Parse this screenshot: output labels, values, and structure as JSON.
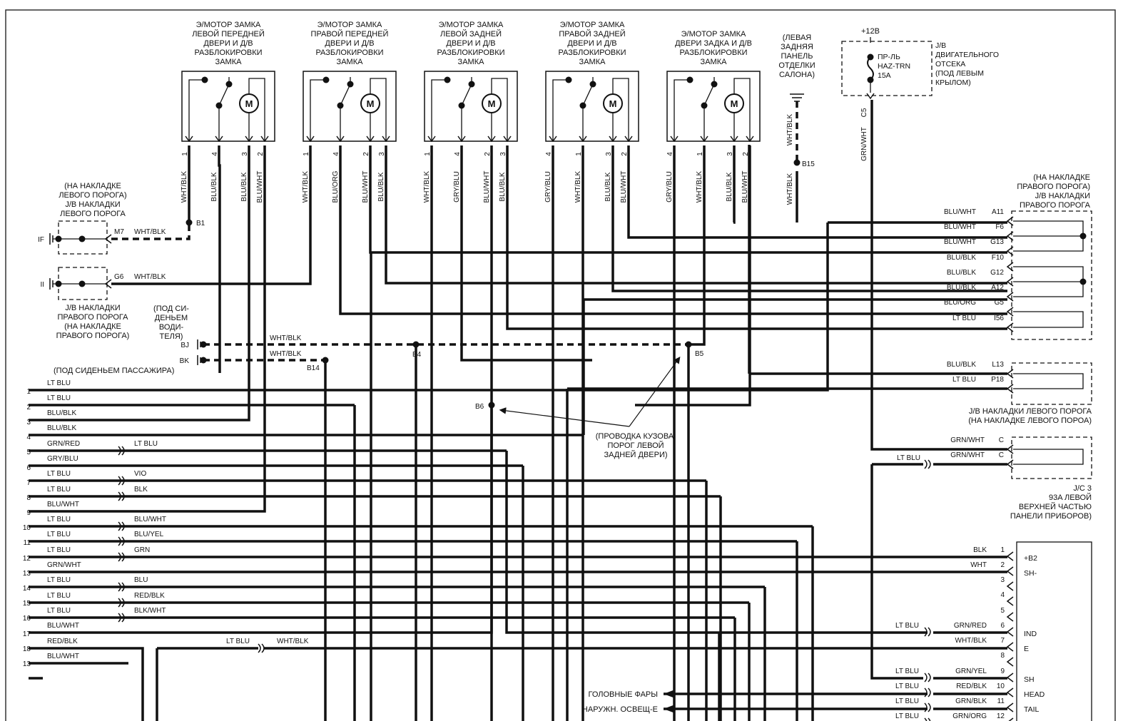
{
  "motors": [
    {
      "title": [
        "Э/МОТОР ЗАМКА",
        "ЛЕВОЙ ПЕРЕДНЕЙ",
        "ДВЕРИ И Д/В",
        "РАЗБЛОКИРОВКИ",
        "ЗАМКА"
      ],
      "pins": [
        "1",
        "4",
        "3",
        "2"
      ],
      "wires": [
        "WHT/BLK",
        "BLU/BLK",
        "BLU/BLK",
        "BLU/WHT"
      ]
    },
    {
      "title": [
        "Э/МОТОР ЗАМКА",
        "ПРАВОЙ ПЕРЕДНЕЙ",
        "ДВЕРИ И Д/В",
        "РАЗБЛОКИРОВКИ",
        "ЗАМКА"
      ],
      "pins": [
        "1",
        "4",
        "2",
        "3"
      ],
      "wires": [
        "WHT/BLK",
        "BLU/ORG",
        "BLU/WHT",
        "BLU/BLK"
      ]
    },
    {
      "title": [
        "Э/МОТОР ЗАМКА",
        "ЛЕВОЙ ЗАДНЕЙ",
        "ДВЕРИ И Д/В",
        "РАЗБЛОКИРОВКИ",
        "ЗАМКА"
      ],
      "pins": [
        "1",
        "4",
        "2",
        "3"
      ],
      "wires": [
        "WHT/BLK",
        "GRY/BLU",
        "BLU/WHT",
        "BLU/BLK"
      ]
    },
    {
      "title": [
        "Э/МОТОР ЗАМКА",
        "ПРАВОЙ ЗАДНЕЙ",
        "ДВЕРИ И Д/В",
        "РАЗБЛОКИРОВКИ",
        "ЗАМКА"
      ],
      "pins": [
        "4",
        "1",
        "3",
        "2"
      ],
      "wires": [
        "GRY/BLU",
        "WHT/BLK",
        "BLU/BLK",
        "BLU/WHT"
      ]
    },
    {
      "title": [
        "Э/МОТОР ЗАМКА",
        "ДВЕРИ  ЗАДКА И Д/В",
        "РАЗБЛОКИРОВКИ",
        "ЗАМКА"
      ],
      "pins": [
        "4",
        "1",
        "3",
        "2"
      ],
      "wires": [
        "GRY/BLU",
        "WHT/BLK",
        "BLU/BLK",
        "BLU/WHT"
      ]
    }
  ],
  "motor_symbol": "M",
  "ground_panel": {
    "label": [
      "(ЛЕВАЯ",
      "ЗАДНЯЯ",
      "ПАНЕЛЬ",
      "ОТДЕЛКИ",
      "САЛОНА)"
    ],
    "wire_top": "WHT/BLK",
    "wire_bottom": "WHT/BLK",
    "point": "B15"
  },
  "engine_jb": {
    "voltage": "+12B",
    "fuse": [
      "ПР-ЛЬ",
      "HAZ-TRN",
      "15A"
    ],
    "label": [
      "J/B",
      "ДВИГАТЕЛЬНОГО",
      "ОТСЕКА",
      "(ПОД ЛЕВЫМ",
      "КРЫЛОМ)"
    ],
    "connector": "C5",
    "wire": "GRN/WHT"
  },
  "left_jb": {
    "label_top": [
      "(НА НАКЛАДКЕ",
      "ЛЕВОГО ПОРОГА)",
      "J/B НАКЛАДКИ",
      "ЛЕВОГО ПОРОГА"
    ],
    "label_bottom": [
      "J/B НАКЛАДКИ",
      "ПРАВОГО ПОРОГА",
      "(НА НАКЛАДКЕ",
      "ПРАВОГО ПОРОГА)"
    ],
    "conn1": "IF",
    "pin1": "M7",
    "wire1": "WHT/BLK",
    "conn2": "II",
    "pin2": "G6",
    "wire2": "WHT/BLK",
    "b1": "B1"
  },
  "ground_seat": {
    "label": [
      "(ПОД СИ-",
      "ДЕНЬЕМ",
      "ВОДИ-",
      "ТЕЛЯ)"
    ],
    "bj": "BJ",
    "bk": "BK",
    "wire_bj": "WHT/BLK",
    "wire_bk": "WHT/BLK",
    "b4": "B4",
    "b14": "B14",
    "b5": "B5",
    "b6": "B6",
    "passenger": "(ПОД СИДЕНЬЕМ ПАССАЖИРА)"
  },
  "body_note": [
    "(ПРОВОДКА КУЗОВА,",
    "ПОРОГ ЛЕВОЙ",
    "ЗАДНЕЙ ДВЕРИ)"
  ],
  "right_jb": {
    "label": [
      "(НА НАКЛАДКЕ",
      "ПРАВОГО ПОРОГА)",
      "J/B НАКЛАДКИ",
      "ПРАВОГО ПОРОГА"
    ],
    "rows": [
      {
        "wire": "BLU/WHT",
        "pin": "A11"
      },
      {
        "wire": "BLU/WHT",
        "pin": "F6"
      },
      {
        "wire": "BLU/WHT",
        "pin": "G13"
      },
      {
        "wire": "BLU/BLK",
        "pin": "F10"
      },
      {
        "wire": "BLU/BLK",
        "pin": "G12"
      },
      {
        "wire": "BLU/BLK",
        "pin": "A12"
      },
      {
        "wire": "BLU/ORG",
        "pin": "G5"
      },
      {
        "wire": "LT BLU",
        "pin": "I56"
      }
    ]
  },
  "left_sill_jb": {
    "rows": [
      {
        "wire": "BLU/BLK",
        "pin": "L13"
      },
      {
        "wire": "LT BLU",
        "pin": "P18"
      }
    ],
    "label": [
      "J/B НАКЛАДКИ ЛЕВОГО ПОРОГА",
      "(НА НАКЛАДКЕ ЛЕВОГО ПОРОА)"
    ]
  },
  "jc3": {
    "rows": [
      {
        "wire": "GRN/WHT",
        "pin": "C"
      },
      {
        "wire": "GRN/WHT",
        "pin": "C",
        "left": "LT BLU"
      }
    ],
    "label": [
      "J/C 3",
      "93A ЛЕВОЙ",
      "ВЕРХНЕЙ ЧАСТЬЮ",
      "ПАНЕЛИ ПРИБОРОВ)"
    ]
  },
  "left_pins": [
    {
      "num": "1",
      "wire": "LT BLU",
      "conn": ""
    },
    {
      "num": "",
      "wire": "LT BLU",
      "conn": ""
    },
    {
      "num": "2",
      "wire": "BLU/BLK",
      "conn": ""
    },
    {
      "num": "3",
      "wire": "BLU/BLK",
      "conn": ""
    },
    {
      "num": "4",
      "wire": "GRN/RED",
      "conn": "LT BLU"
    },
    {
      "num": "5",
      "wire": "GRY/BLU",
      "conn": ""
    },
    {
      "num": "6",
      "wire": "LT BLU",
      "conn": "VIO"
    },
    {
      "num": "7",
      "wire": "LT BLU",
      "conn": "BLK"
    },
    {
      "num": "8",
      "wire": "BLU/WHT",
      "conn": ""
    },
    {
      "num": "9",
      "wire": "LT BLU",
      "conn": "BLU/WHT"
    },
    {
      "num": "10",
      "wire": "LT BLU",
      "conn": "BLU/YEL"
    },
    {
      "num": "11",
      "wire": "LT BLU",
      "conn": "GRN"
    },
    {
      "num": "12",
      "wire": "GRN/WHT",
      "conn": ""
    },
    {
      "num": "13",
      "wire": "LT BLU",
      "conn": "BLU"
    },
    {
      "num": "14",
      "wire": "LT BLU",
      "conn": "RED/BLK"
    },
    {
      "num": "15",
      "wire": "LT BLU",
      "conn": "BLK/WHT"
    },
    {
      "num": "16",
      "wire": "BLU/WHT",
      "conn": ""
    },
    {
      "num": "17",
      "wire": "RED/BLK",
      "conn": ""
    },
    {
      "num": "18",
      "wire": "BLU/WHT",
      "conn": ""
    },
    {
      "num": "13",
      "wire": "",
      "conn": ""
    }
  ],
  "row17_mid": {
    "left": "LT BLU",
    "right": "WHT/BLK"
  },
  "module": {
    "rows": [
      {
        "wire": "BLK",
        "pin": "1",
        "left": "",
        "label": "+B2"
      },
      {
        "wire": "WHT",
        "pin": "2",
        "left": "",
        "label": "SH-"
      },
      {
        "wire": "",
        "pin": "3",
        "left": "",
        "label": ""
      },
      {
        "wire": "",
        "pin": "4",
        "left": "",
        "label": ""
      },
      {
        "wire": "",
        "pin": "5",
        "left": "",
        "label": ""
      },
      {
        "wire": "GRN/RED",
        "pin": "6",
        "left": "LT BLU",
        "label": "IND"
      },
      {
        "wire": "WHT/BLK",
        "pin": "7",
        "left": "",
        "label": "E"
      },
      {
        "wire": "",
        "pin": "8",
        "left": "",
        "label": ""
      },
      {
        "wire": "GRN/YEL",
        "pin": "9",
        "left": "LT BLU",
        "label": "SH"
      },
      {
        "wire": "RED/BLK",
        "pin": "10",
        "left": "LT BLU",
        "label": "HEAD"
      },
      {
        "wire": "GRN/BLK",
        "pin": "11",
        "left": "LT BLU",
        "label": "TAIL"
      },
      {
        "wire": "GRN/ORG",
        "pin": "12",
        "left": "LT BLU",
        "label": ""
      }
    ]
  },
  "outputs": [
    "ГОЛОВНЫЕ ФАРЫ",
    "НАРУЖН. ОСВЕЩ-Е"
  ]
}
